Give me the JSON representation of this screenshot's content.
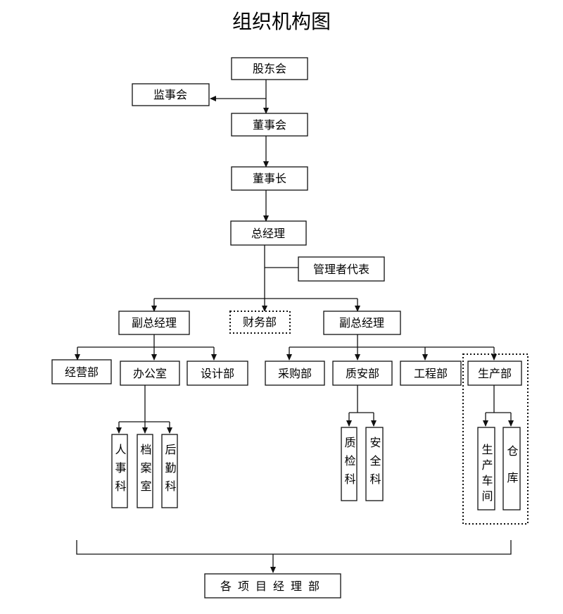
{
  "title": "组织机构图",
  "nodes": {
    "shareholders": "股东会",
    "supervisors": "监事会",
    "board": "董事会",
    "chairman": "董事长",
    "gm": "总经理",
    "mgmt_rep": "管理者代表",
    "finance": "财务部",
    "deputy_left": "副总经理",
    "deputy_right": "副总经理",
    "operations": "经营部",
    "office": "办公室",
    "design": "设计部",
    "procurement": "采购部",
    "quality_safety": "质安部",
    "engineering": "工程部",
    "production": "生产部",
    "hr": "人事科",
    "archives": "档案室",
    "logistics": "后勤科",
    "qc": "质检科",
    "safety": "安全科",
    "workshop": "生产车间",
    "warehouse": "仓库",
    "project_dept": "各项目经理部"
  }
}
